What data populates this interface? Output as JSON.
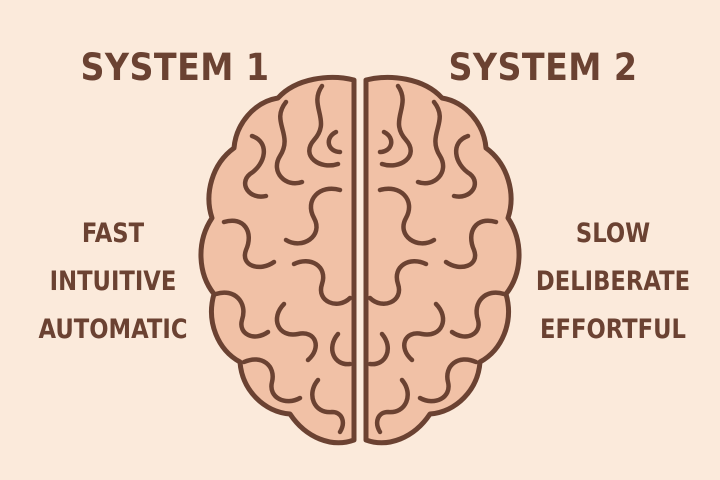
{
  "left": {
    "title": "SYSTEM 1",
    "traits": [
      "FAST",
      "INTUITIVE",
      "AUTOMATIC"
    ]
  },
  "right": {
    "title": "SYSTEM 2",
    "traits": [
      "SLOW",
      "DELIBERATE",
      "EFFORTFUL"
    ]
  },
  "colors": {
    "background": "#fbeadb",
    "brain_fill": "#f1c1a6",
    "outline": "#6b4232",
    "text": "#6b4232"
  },
  "icons": {
    "brain": "brain-icon",
    "left_hemisphere": "left-hemisphere-icon",
    "right_hemisphere": "right-hemisphere-icon"
  }
}
